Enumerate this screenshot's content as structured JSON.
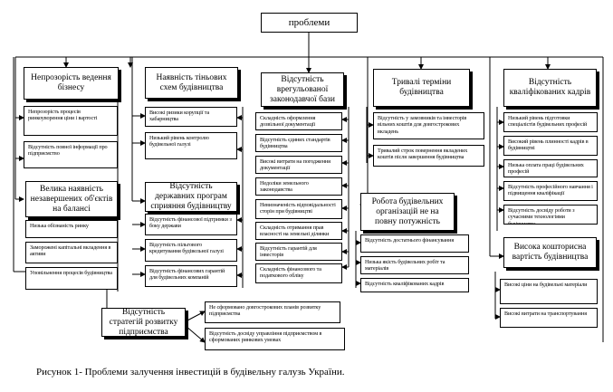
{
  "title": "проблеми",
  "caption": "Рисунок 1- Проблеми залучення інвестицій в будівельну галузь України.",
  "groups": {
    "g1": {
      "header": "Непрозорість ведення бізнесу",
      "items": [
        "Непрозорість процесів ринкоуворення ціни і вартості",
        "Відсутність повної інформації про підприємство"
      ]
    },
    "g2": {
      "header": "Велика наявність незавершених об'єктів на балансі",
      "items": [
        "Низька обізнаність ринку",
        "Заморожені капітальні вкладення в активи",
        "Уповільнення процесів будівництва"
      ]
    },
    "g3": {
      "header": "Наявність тіньових схем будівництва",
      "items": [
        "Високі ризики корупції та хабарництва",
        "Низький рівень контролю будівельної галузі"
      ]
    },
    "g4": {
      "header": "Відсутність державних програм сприяння будівництву",
      "items": [
        "Відсутність фінансової підтримки з боку держави",
        "Відсутність пільгового кредитування будівельної галузі",
        "Відсутність фінансових гарантій для будівельних компаній"
      ]
    },
    "g5": {
      "header": "Відсутність врегульованої законодавчої бази",
      "items": [
        "Складність оформлення дозвільної документації",
        "Відсутність єдиних стандартів будівництва",
        "Високі витрати на погодження документації",
        "Недоліки земельного законодавства",
        "Невизначеність відповідальності сторін при будівництві",
        "Складність отримання прав власності на земельні ділянки",
        "Відсутність гарантій для інвесторів",
        "Складність фінансового та податкового обліку"
      ]
    },
    "g6": {
      "header": "Тривалі терміни будівництва",
      "items": [
        "Відсутність у замовників та інвесторів вільних коштів для довгострокових вкладень",
        "Тривалий строк повернення вкладених коштів після завершення будівництва"
      ]
    },
    "g7": {
      "header": "Робота будівельних організацій не на повну потужність",
      "items": [
        "Відсутність достатнього фінансування",
        "Низька якість будівельних робіт та матеріалів",
        "Відсутність кваліфікованих кадрів"
      ]
    },
    "g8": {
      "header": "Відсутність кваліфікованих кадрів",
      "items": [
        "Низький рівень підготовки спеціалістів будівельних професій",
        "Високий рівень плинності кадрів в будівництві",
        "Низька оплата праці будівельних професій",
        "Відсутність професійного навчання і підвищення кваліфікації",
        "Відсутність досвіду роботи з сучасними технологіями будівництва"
      ]
    },
    "g9": {
      "header": "Висока кошторисна вартість будівництва",
      "items": [
        "Високі ціни на будівельні матеріали",
        "Високі витрати на транспортування"
      ]
    },
    "g10": {
      "header": "Відсутність стратегій розвитку підприємства",
      "items": [
        "Не сформовано довгострокових планів розвитку підприємства",
        "Відсутність досвіду управління підприємством в сформованих ринкових умовах"
      ]
    }
  }
}
